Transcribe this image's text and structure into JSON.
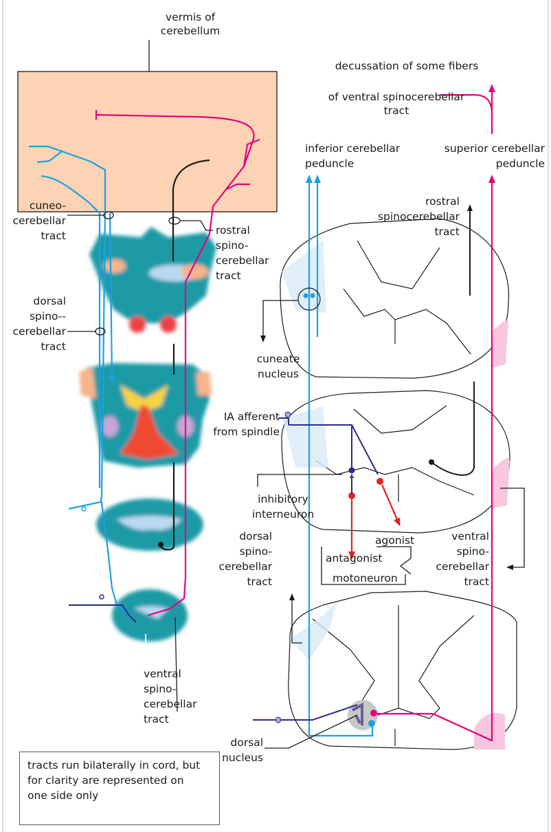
{
  "labels": {
    "vermis": [
      "vermis of",
      "cerebellum"
    ],
    "decussation": [
      "decussation of some  fibers",
      "of ventral spinocerebellar",
      "tract"
    ],
    "inferior_peduncle": [
      "inferior cerebellar",
      "peduncle"
    ],
    "superior_peduncle": [
      "superior cerebellar",
      "peduncle"
    ],
    "rostral_right": [
      "rostral",
      "spinocerebellar",
      "tract"
    ],
    "cuneocerebellar": [
      "cuneo-",
      "cerebellar",
      "tract"
    ],
    "rostral_left": [
      "rostral",
      "spino-",
      "cerebellar",
      "tract"
    ],
    "dorsal_left": [
      "dorsal",
      "spino--",
      "cerebellar",
      "tract"
    ],
    "cuneate_nucleus": [
      "cuneate",
      "nucleus"
    ],
    "ia_afferent": [
      "IA afferent",
      "from spindle"
    ],
    "inhibitory_interneuron": [
      "inhibitory",
      "interneuron"
    ],
    "agonist": "agonist",
    "antagonist": "antagonist",
    "motoneuron": "motoneuron",
    "dorsal_right": [
      "dorsal",
      "spino-",
      "cerebellar",
      "tract"
    ],
    "ventral_right": [
      "ventral",
      "spino-",
      "cerebellar",
      "tract"
    ],
    "ventral_left": [
      "ventral",
      "spino-",
      "cerebellar",
      "tract"
    ],
    "dorsal_nucleus": [
      "dorsal",
      "nucleus"
    ]
  },
  "note": [
    "tracts run bilaterally in cord, but",
    "for clarity are represented on",
    "one side only"
  ],
  "colors": {
    "light_blue": "#1ba1e2",
    "magenta": "#e5007e",
    "navy": "#2a2a8c",
    "red": "#e32222",
    "teal": "#1d9aa6",
    "cerebellum_fill": "#fcd3b4"
  }
}
